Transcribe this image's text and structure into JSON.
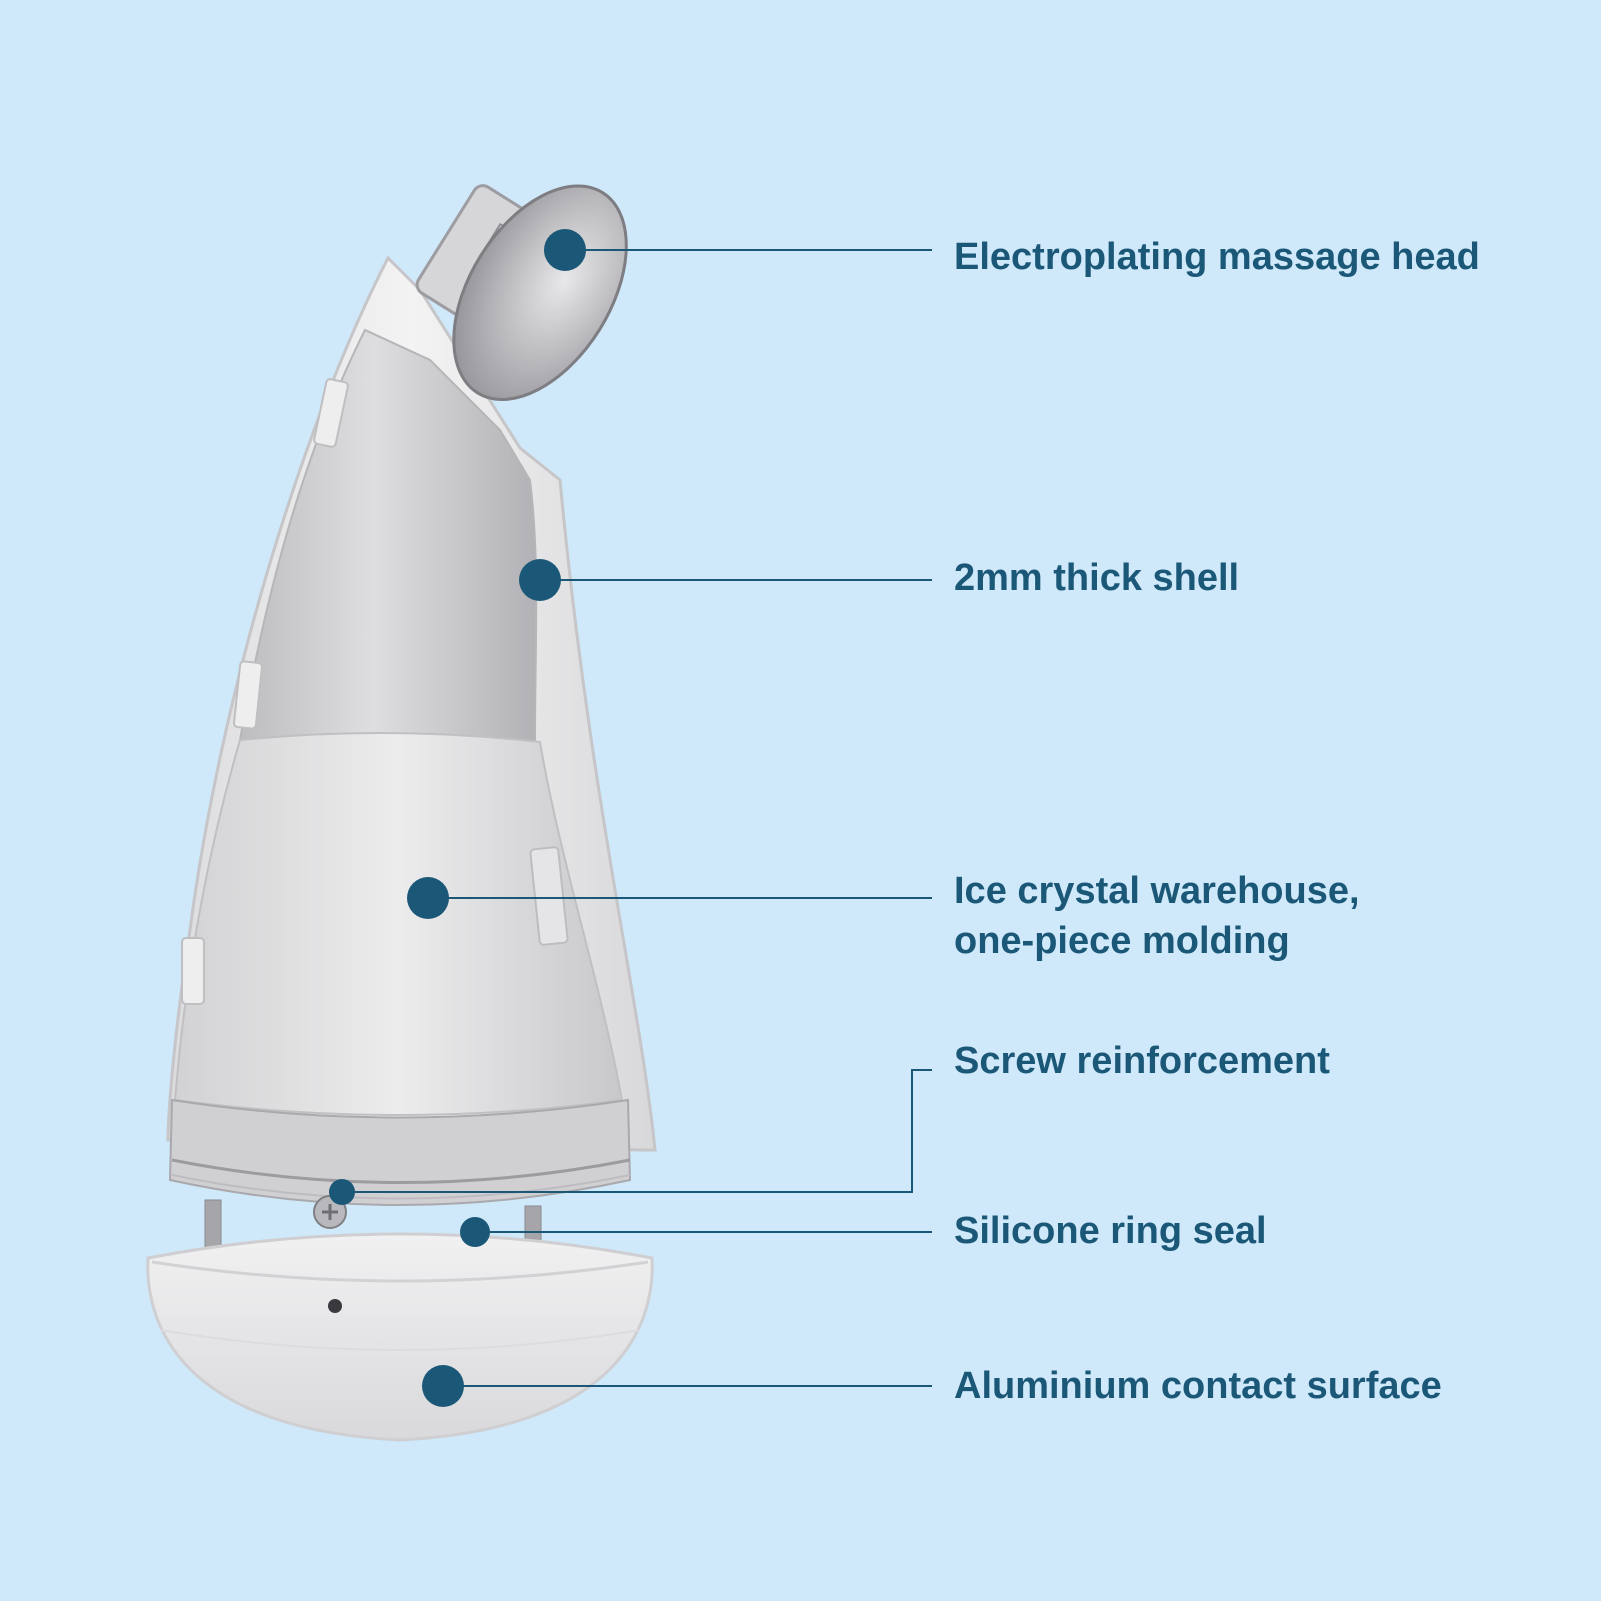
{
  "colors": {
    "background": "#cfe8fa",
    "label_text": "#1b5878",
    "marker_dot": "#1b5878",
    "leader_line": "#1b5878",
    "shell": "#e9e9ea",
    "inner_core": "#d4d4d6"
  },
  "callouts": [
    {
      "id": "massage-head",
      "text": "Electroplating massage head"
    },
    {
      "id": "shell",
      "text": "2mm thick shell"
    },
    {
      "id": "warehouse",
      "lines": [
        "Ice crystal warehouse,",
        "one-piece molding"
      ]
    },
    {
      "id": "screw",
      "text": "Screw reinforcement"
    },
    {
      "id": "ring-seal",
      "text": "Silicone ring seal"
    },
    {
      "id": "contact-surface",
      "text": "Aluminium contact surface"
    }
  ]
}
